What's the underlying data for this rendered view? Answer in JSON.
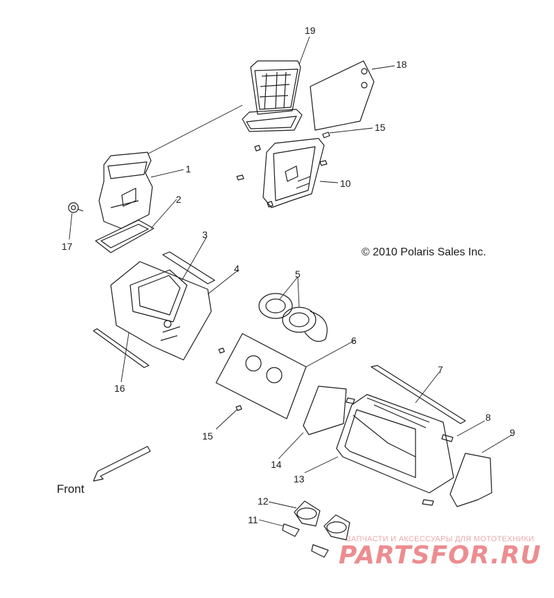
{
  "copyright": "© 2010 Polaris Sales Inc.",
  "direction_label": "Front",
  "watermark": {
    "tagline": "ЗАПЧАСТИ И АКСЕССУАРЫ ДЛЯ МОТОТЕХНИКИ",
    "logo": "PARTSFOR.RU"
  },
  "callouts": [
    "19",
    "18",
    "15",
    "1",
    "10",
    "2",
    "17",
    "3",
    "4",
    "5",
    "6",
    "16",
    "7",
    "8",
    "9",
    "15",
    "14",
    "13",
    "12",
    "11"
  ],
  "colors": {
    "line": "#1a1a1a",
    "watermark": "#ec8d90"
  }
}
